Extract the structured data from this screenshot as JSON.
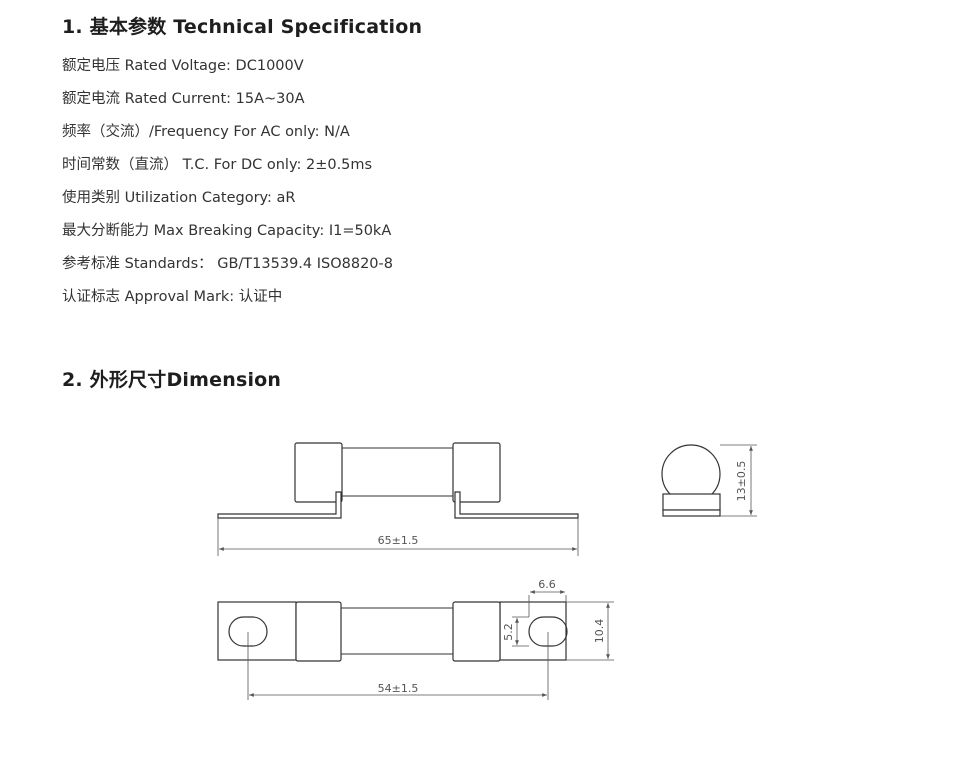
{
  "section1": {
    "title": "1. 基本参数 Technical Specification",
    "specs": [
      "额定电压 Rated Voltage: DC1000V",
      "额定电流 Rated Current: 15A~30A",
      "频率（交流）/Frequency For AC only: N/A",
      "时间常数（直流） T.C. For DC only: 2±0.5ms",
      "使用类别 Utilization Category: aR",
      "最大分断能力 Max Breaking Capacity:   I1=50kA",
      "参考标准 Standards：  GB/T13539.4   ISO8820-8",
      "认证标志 Approval Mark: 认证中"
    ]
  },
  "section2": {
    "title": "2. 外形尺寸Dimension",
    "dims": {
      "length": "65±1.5",
      "height": "13±0.5",
      "slot_pitch": "6.6",
      "slot_width": "5.2",
      "width": "10.4",
      "hole_spacing": "54±1.5"
    }
  }
}
